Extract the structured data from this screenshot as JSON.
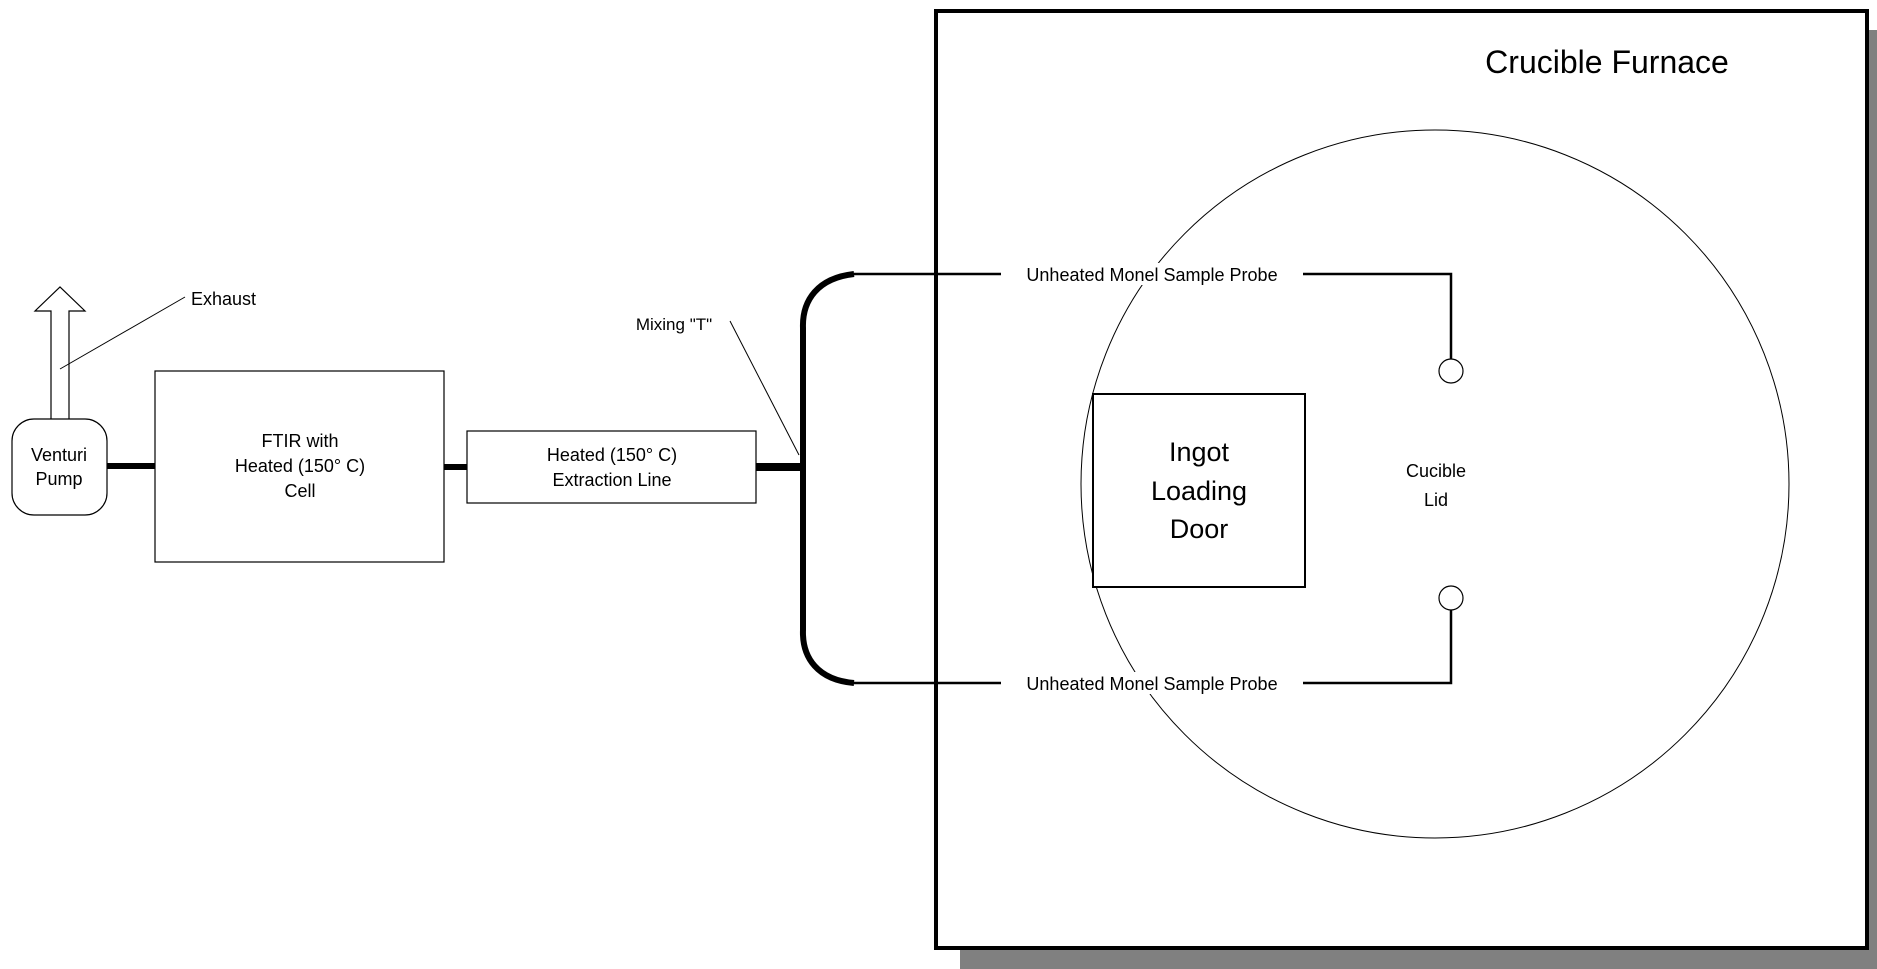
{
  "colors": {
    "line": "#000000",
    "shadow": "#808080",
    "background": "#ffffff"
  },
  "furnace": {
    "title": "Crucible Furnace"
  },
  "exhaust": {
    "label": "Exhaust"
  },
  "pump": {
    "line1": "Venturi",
    "line2": "Pump"
  },
  "ftir": {
    "line1": "FTIR with",
    "line2": "Heated (150° C)",
    "line3": "Cell"
  },
  "extraction": {
    "line1": "Heated (150° C)",
    "line2": "Extraction Line"
  },
  "mixing_t": {
    "label": "Mixing \"T\""
  },
  "probe_top": {
    "label": "Unheated Monel Sample Probe"
  },
  "probe_bottom": {
    "label": "Unheated Monel Sample Probe"
  },
  "door": {
    "line1": "Ingot",
    "line2": "Loading",
    "line3": "Door"
  },
  "lid": {
    "line1": "Cucible",
    "line2": "Lid"
  }
}
